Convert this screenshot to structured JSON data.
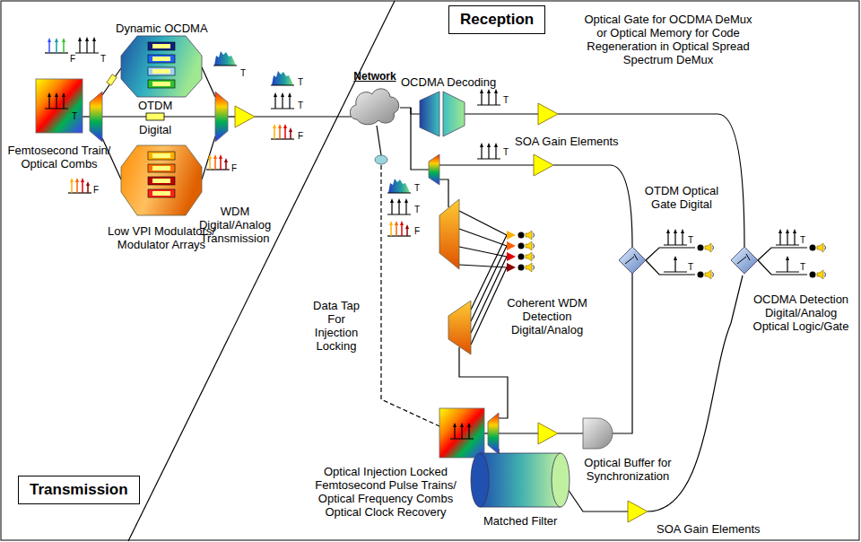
{
  "diagram": {
    "nodes": [
      {
        "text": [
          "Reception"
        ]
      },
      {
        "text": [
          "Network"
        ]
      },
      {
        "text": [
          "Transmission"
        ]
      }
    ],
    "labels": [
      "Dynamic OCDMA",
      "Femtosecond Train/ Optical Combs",
      "OTDM",
      "Digital",
      "Low VPI Modulators/ Modulator Arrays",
      "WDM Digital/Analog Transmission",
      "Optical Gate for OCDMA DeMux or Optical Memory for Code Regeneration in Optical Spread Spectrum DeMux",
      "OCDMA Decoding",
      "SOA Gain Elements",
      "OTDM Optical Gate Digital",
      "Coherent WDM Detection Digital/Analog",
      "Data Tap For Injection Locking",
      "OCDMA Detection Digital/Analog Optical Logic/Gate",
      "Optical Buffer for Synchronization",
      "Optical Injection Locked Femtosecond Pulse Trains/ Optical Frequency Combs Optical Clock Recovery",
      "Matched Filter",
      "SOA Gain Elements",
      "F",
      "T",
      "T",
      "T",
      "F",
      "F",
      "T",
      "T",
      "F",
      "T",
      "T",
      "T",
      "T",
      "F",
      "T",
      "T",
      "T",
      "T"
    ]
  }
}
